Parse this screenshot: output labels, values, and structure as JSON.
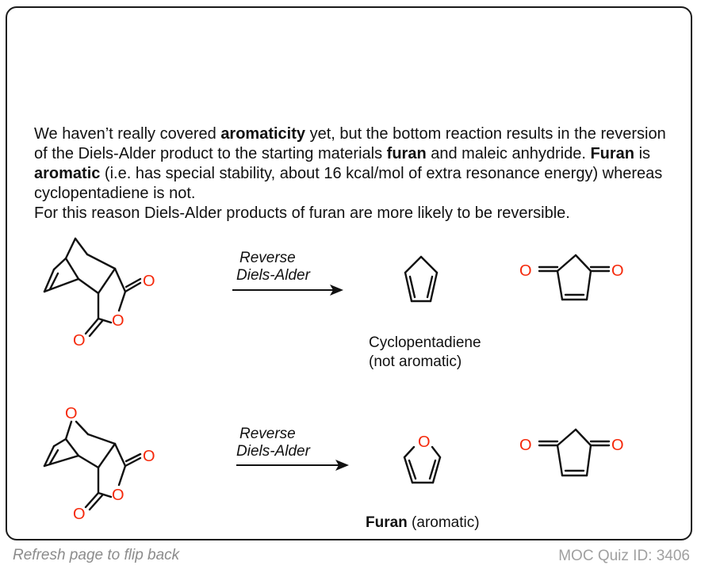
{
  "explanation": {
    "line1_a": "We haven’t really covered ",
    "line1_b": "aromaticity",
    "line1_c": " yet, but the bottom reaction results in the reversion of the Diels-Alder product to the starting materials ",
    "line1_d": "furan",
    "line1_e": " and maleic anhydride. ",
    "line1_f": "Furan",
    "line1_g": " is ",
    "line1_h": "aromatic",
    "line1_i": " (i.e. has special stability, about 16 kcal/mol of extra resonance energy) whereas cyclopentadiene is not.",
    "line2": "For this reason Diels-Alder products of furan are more likely to be reversible."
  },
  "top_reaction": {
    "arrow_label_line1": "Reverse",
    "arrow_label_line2": "Diels-Alder",
    "product_name": "Cyclopentadiene",
    "product_note": "(not aromatic)"
  },
  "bottom_reaction": {
    "arrow_label_line1": "Reverse",
    "arrow_label_line2": "Diels-Alder",
    "product_name": "Furan",
    "product_note": " (aromatic)"
  },
  "atom_label": "O",
  "footer": {
    "refresh": "Refresh page to flip back",
    "quiz_id": "MOC Quiz ID: 3406"
  },
  "colors": {
    "oxygen": "#f5280a",
    "border": "#1a1a1a",
    "footer_text": "#8c8c8c"
  }
}
